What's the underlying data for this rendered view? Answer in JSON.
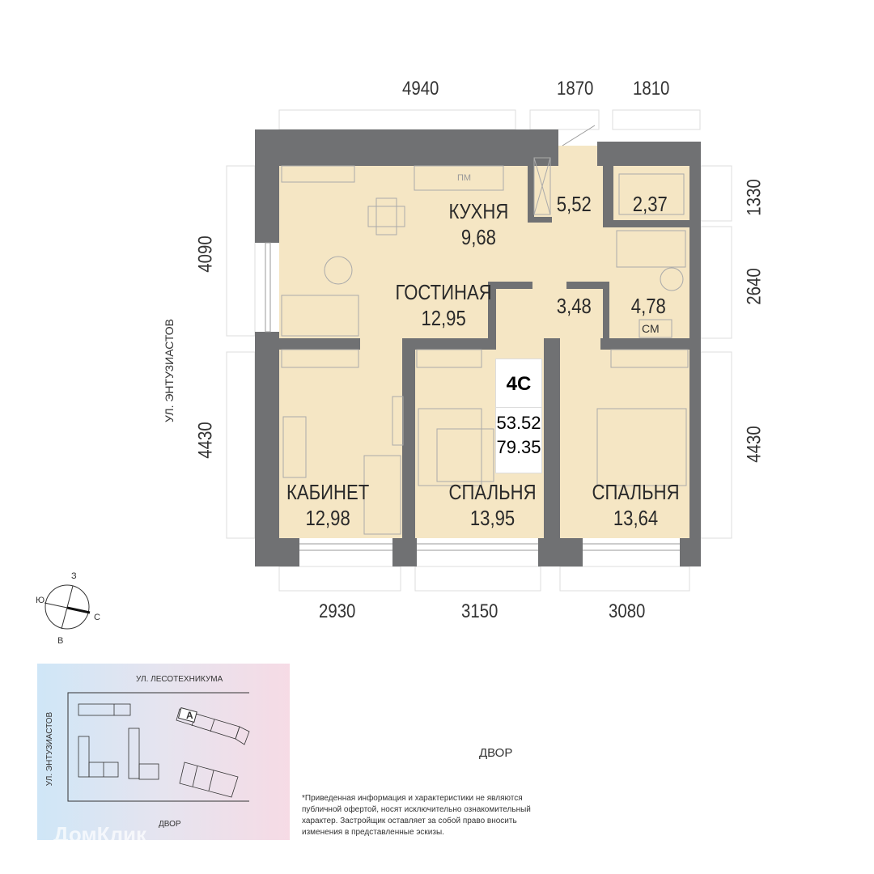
{
  "dimensions": {
    "top": [
      "4940",
      "1870",
      "1810"
    ],
    "bottom": [
      "2930",
      "3150",
      "3080"
    ],
    "left": [
      "4090",
      "4430"
    ],
    "right": [
      "1330",
      "2640",
      "4430"
    ]
  },
  "street_left": "УЛ. ЭНТУЗИАСТОВ",
  "rooms": [
    {
      "name": "КУХНЯ",
      "area": "9,68"
    },
    {
      "name": "",
      "area": "5,52"
    },
    {
      "name": "",
      "area": "2,37"
    },
    {
      "name": "ГОСТИНАЯ",
      "area": "12,95"
    },
    {
      "name": "",
      "area": "3,48"
    },
    {
      "name": "",
      "area": "4,78"
    },
    {
      "name": "КАБИНЕТ",
      "area": "12,98"
    },
    {
      "name": "СПАЛЬНЯ",
      "area": "13,95"
    },
    {
      "name": "СПАЛЬНЯ",
      "area": "13,64"
    }
  ],
  "fixtures": {
    "dishwasher": "ПМ",
    "washer": "СМ"
  },
  "unit": {
    "type": "4С",
    "living_area": "53.52",
    "total_area": "79.35"
  },
  "compass": {
    "north": "С",
    "south": "Ю",
    "west": "З",
    "east": "В"
  },
  "site_plan": {
    "street_top": "УЛ. ЛЕСОТЕХНИКУМА",
    "street_left": "УЛ. ЭНТУЗИАСТОВ",
    "bottom": "ДВОР",
    "building_marker": "А"
  },
  "yard_label": "ДВОР",
  "disclaimer": [
    "*Приведенная информация и характеристики не являются",
    "публичной офертой, носят исключительно ознакомительный",
    "характер. Застройщик оставляет за собой право вносить",
    "изменения в представленные эскизы."
  ],
  "watermark": "ДомКлик",
  "colors": {
    "wall": "#707173",
    "floor": "#f5e6c4"
  }
}
